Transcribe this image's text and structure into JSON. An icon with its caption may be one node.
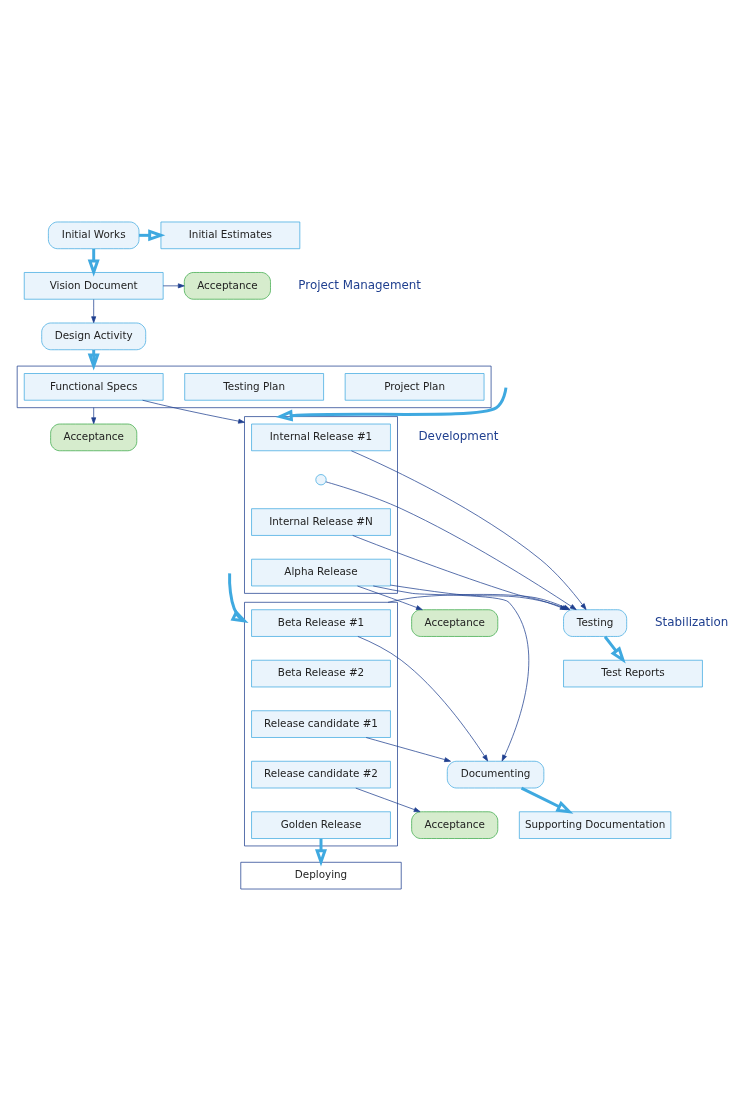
{
  "diagram": {
    "nodes": [
      {
        "text": [
          "Initial Works"
        ]
      },
      {
        "text": [
          "Initial Estimates"
        ]
      },
      {
        "text": [
          "Vision Document"
        ]
      },
      {
        "text": [
          "Acceptance"
        ]
      },
      {
        "text": [
          "Design Activity"
        ]
      },
      {
        "text": [],
        "shape": "box"
      },
      {
        "text": [
          "Functional Specs"
        ],
        "in": 5
      },
      {
        "text": [
          "Testing Plan"
        ],
        "in": 5
      },
      {
        "text": [
          "Project Plan"
        ],
        "in": 5
      },
      {
        "text": [
          "Acceptance"
        ]
      },
      {
        "text": [],
        "shape": "box"
      },
      {
        "text": [
          "Internal Release #1"
        ],
        "in": 10
      },
      {
        "text": [],
        "shape": "circle",
        "in": 10
      },
      {
        "text": [
          "Internal Release #N"
        ],
        "in": 10
      },
      {
        "text": [
          "Alpha Release"
        ],
        "in": 10
      },
      {
        "text": [
          "Testing"
        ]
      },
      {
        "text": [
          "Test Reports"
        ]
      },
      {
        "text": [
          "Acceptance"
        ]
      },
      {
        "text": [],
        "shape": "box"
      },
      {
        "text": [
          "Beta Release #1"
        ],
        "in": 18
      },
      {
        "text": [
          "Beta Release #2"
        ],
        "in": 18
      },
      {
        "text": [
          "Release candidate #1"
        ],
        "in": 18
      },
      {
        "text": [
          "Release candidate #2"
        ],
        "in": 18
      },
      {
        "text": [
          "Golden Release"
        ],
        "in": 18
      },
      {
        "text": [
          "Documenting"
        ]
      },
      {
        "text": [
          "Supporting Documentation"
        ]
      },
      {
        "text": [
          "Acceptance"
        ]
      },
      {
        "text": [
          "Deploying"
        ]
      }
    ],
    "edges": [
      {
        "from": 0,
        "to": 1,
        "arrow": "to",
        "style": "thick",
        "color": "#3fa9e0"
      },
      {
        "from": 0,
        "to": 2,
        "arrow": "to",
        "style": "thick",
        "color": "#3fa9e0"
      },
      {
        "from": 2,
        "to": 3,
        "arrow": "to"
      },
      {
        "from": 2,
        "to": 4,
        "arrow": "to"
      },
      {
        "from": 4,
        "to": 5,
        "arrow": "to",
        "style": "thick",
        "color": "#3fa9e0"
      },
      {
        "from": 6,
        "to": 10,
        "arrow": "to"
      },
      {
        "from": 5,
        "to": 9,
        "arrow": "to"
      },
      {
        "from": null,
        "to": 10,
        "arrow": "to",
        "style": "thick",
        "color": "#3fa9e0"
      },
      {
        "from": 11,
        "to": 15,
        "arrow": "to"
      },
      {
        "from": 12,
        "to": 15,
        "arrow": "to"
      },
      {
        "from": 13,
        "to": 15,
        "arrow": "to"
      },
      {
        "from": 14,
        "to": 15,
        "arrow": "to"
      },
      {
        "from": 18,
        "to": 15,
        "arrow": "to"
      },
      {
        "from": 15,
        "to": 16,
        "arrow": "to",
        "style": "thick",
        "color": "#3fa9e0"
      },
      {
        "from": 14,
        "to": 17,
        "arrow": "to"
      },
      {
        "from": 14,
        "to": 24,
        "arrow": "to"
      },
      {
        "from": null,
        "to": 18,
        "arrow": "to",
        "style": "thick",
        "color": "#3fa9e0"
      },
      {
        "from": 19,
        "to": 24,
        "arrow": "to"
      },
      {
        "from": 21,
        "to": 24,
        "arrow": "to"
      },
      {
        "from": 24,
        "to": 25,
        "arrow": "to",
        "style": "thick",
        "color": "#3fa9e0"
      },
      {
        "from": 22,
        "to": 26,
        "arrow": "to"
      },
      {
        "from": 23,
        "to": 27,
        "arrow": "to",
        "style": "thick",
        "color": "#3fa9e0"
      }
    ],
    "labels": [
      "Development",
      "Stabilization",
      "Project Management"
    ]
  }
}
